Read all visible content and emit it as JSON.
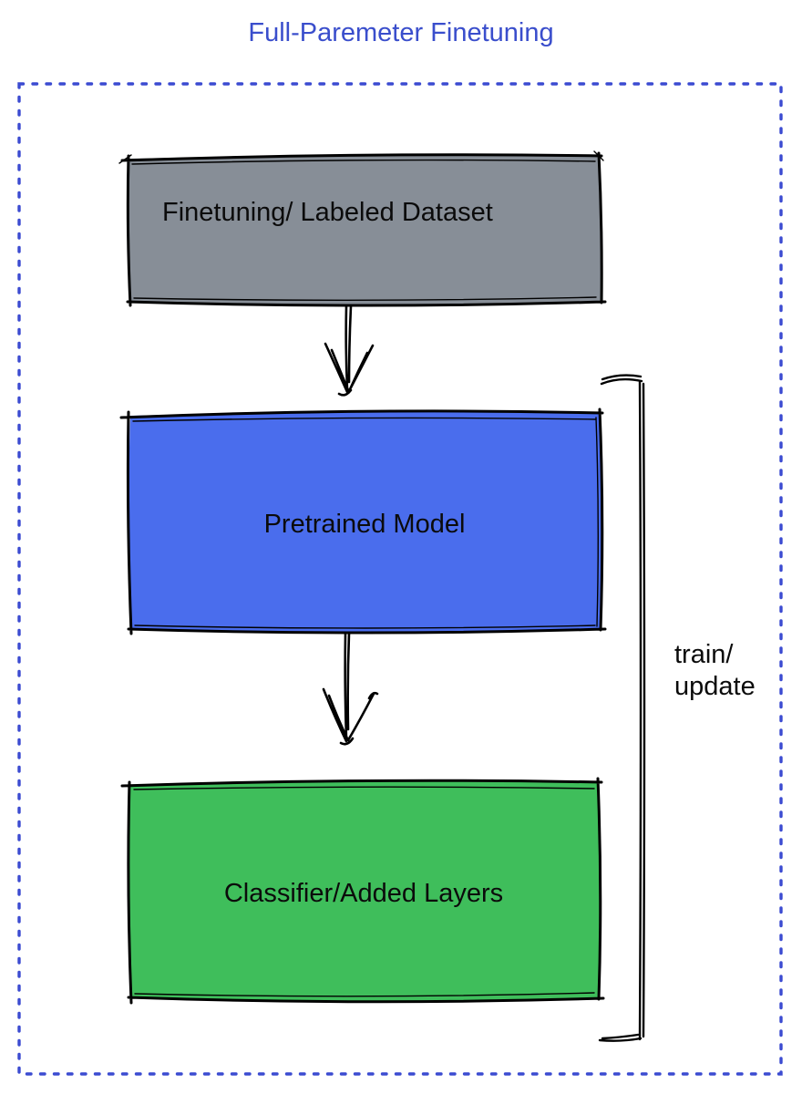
{
  "title": "Full-Paremeter Finetuning",
  "diagram": {
    "boxes": [
      {
        "id": "dataset",
        "label": "Finetuning/ Labeled Dataset",
        "fill": "#878E97"
      },
      {
        "id": "pretrained",
        "label": "Pretrained Model",
        "fill": "#4A6DED"
      },
      {
        "id": "classifier",
        "label": "Classifier/Added Layers",
        "fill": "#3FBE5B"
      }
    ],
    "bracket_label": {
      "line1": "train/",
      "line2": "update"
    },
    "colors": {
      "title_text": "#3A4ECC",
      "dashed_border": "#3B4BD1",
      "sketch_stroke": "#000000",
      "label_text": "#0B0B0B"
    }
  }
}
